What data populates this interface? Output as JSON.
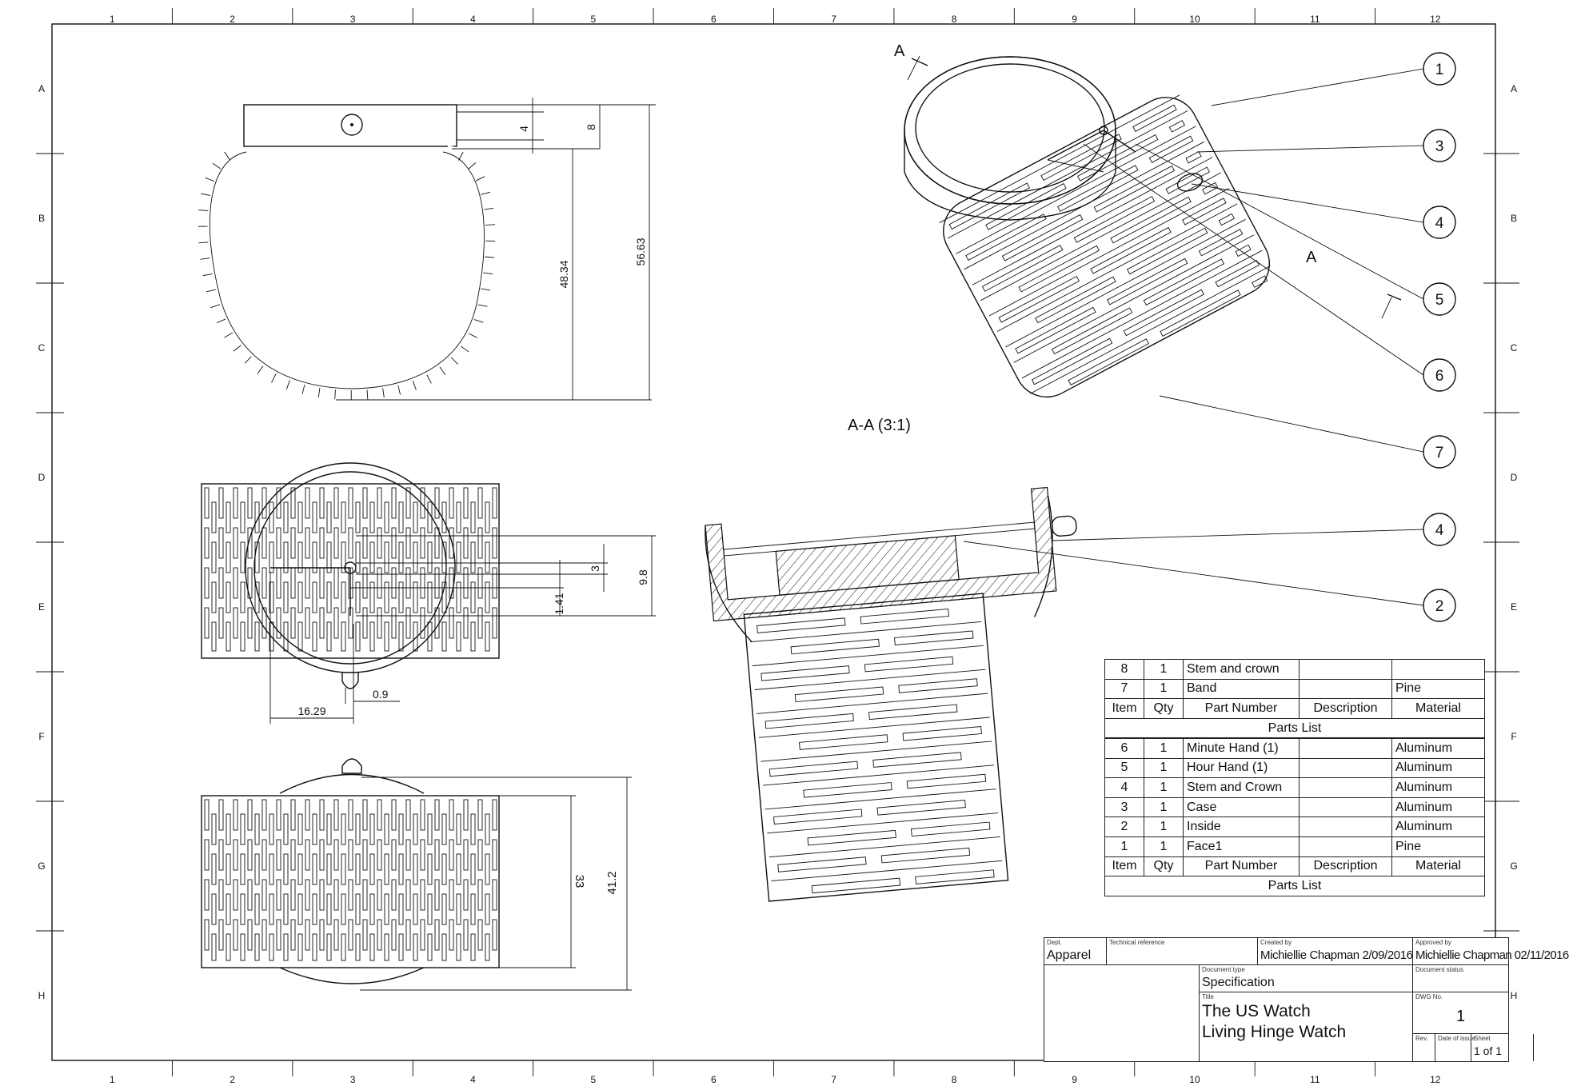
{
  "frame": {
    "col_labels": [
      "1",
      "2",
      "3",
      "4",
      "5",
      "6",
      "7",
      "8",
      "9",
      "10",
      "11",
      "12"
    ],
    "row_labels": [
      "A",
      "B",
      "C",
      "D",
      "E",
      "F",
      "G",
      "H"
    ]
  },
  "section": {
    "title": "A-A (3:1)",
    "cut_label": "A"
  },
  "dimensions": {
    "top_view": [
      "4",
      "8",
      "48.34",
      "56.63"
    ],
    "front_view": [
      "3",
      "9.8",
      "1.41",
      "0.9",
      "16.29"
    ],
    "bottom_view": [
      "33",
      "41.2"
    ]
  },
  "balloons": {
    "iso": [
      "1",
      "3",
      "4",
      "5",
      "6",
      "7"
    ],
    "section": [
      "4",
      "2"
    ]
  },
  "parts_list_top": {
    "rows": [
      [
        "8",
        "1",
        "Stem and crown",
        "",
        ""
      ],
      [
        "7",
        "1",
        "Band",
        "",
        "Pine"
      ]
    ],
    "header": [
      "Item",
      "Qty",
      "Part Number",
      "Description",
      "Material"
    ],
    "caption": "Parts List"
  },
  "parts_list_main": {
    "rows": [
      [
        "6",
        "1",
        "Minute Hand (1)",
        "",
        "Aluminum"
      ],
      [
        "5",
        "1",
        "Hour Hand (1)",
        "",
        "Aluminum"
      ],
      [
        "4",
        "1",
        "Stem and Crown",
        "",
        "Aluminum"
      ],
      [
        "3",
        "1",
        "Case",
        "",
        "Aluminum"
      ],
      [
        "2",
        "1",
        "Inside",
        "",
        "Aluminum"
      ],
      [
        "1",
        "1",
        "Face1",
        "",
        "Pine"
      ]
    ],
    "header": [
      "Item",
      "Qty",
      "Part Number",
      "Description",
      "Material"
    ],
    "caption": "Parts List"
  },
  "title_block": {
    "dept_caption": "Dept.",
    "dept": "Apparel",
    "techref_caption": "Technical reference",
    "techref": "",
    "created_caption": "Created by",
    "created": "Michiellie Chapman  2/09/2016",
    "approved_caption": "Approved by",
    "approved": "Michiellie Chapman  02/11/2016",
    "doctype_caption": "Document type",
    "doctype": "Specification",
    "docstatus_caption": "Document status",
    "docstatus": "",
    "title_caption": "Title",
    "title_line1": "The US Watch",
    "title_line2": "Living Hinge Watch",
    "dwg_caption": "DWG No.",
    "dwg": "1",
    "rev_caption": "Rev.",
    "date_caption": "Date of issue",
    "sheet_caption": "Sheet",
    "sheet": "1 of 1"
  }
}
